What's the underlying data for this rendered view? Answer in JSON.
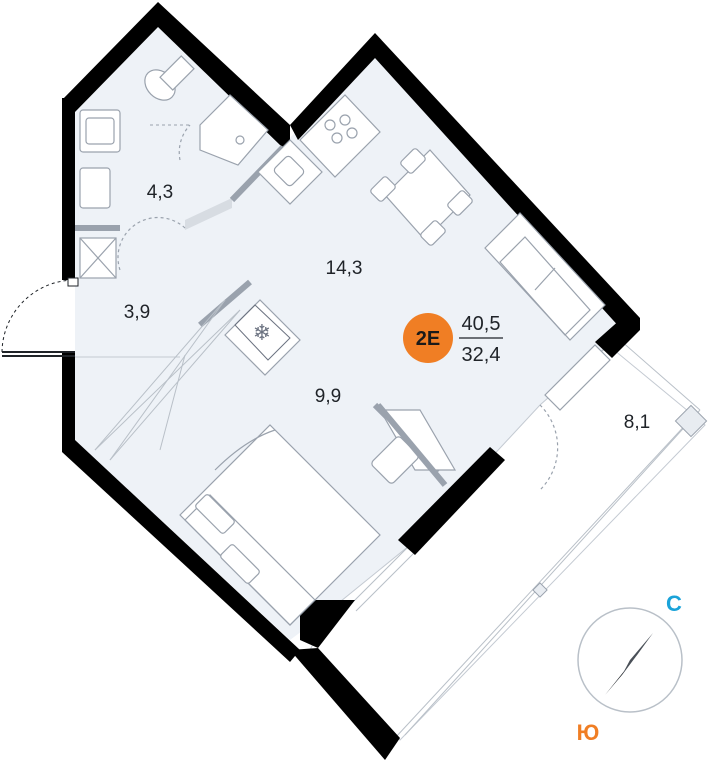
{
  "apartment": {
    "type_badge": "2E",
    "total_area": "40,5",
    "living_area": "32,4"
  },
  "rooms": {
    "bathroom": "4,3",
    "hall": "3,9",
    "kitchen_living": "14,3",
    "bedroom": "9,9",
    "loggia": "8,1"
  },
  "compass": {
    "north": "С",
    "south": "Ю"
  },
  "colors": {
    "badge": "#f07e24",
    "wall": "#000000",
    "floor": "#eef2f7",
    "north_letter": "#1aa3d9",
    "south_letter": "#f07e24"
  }
}
